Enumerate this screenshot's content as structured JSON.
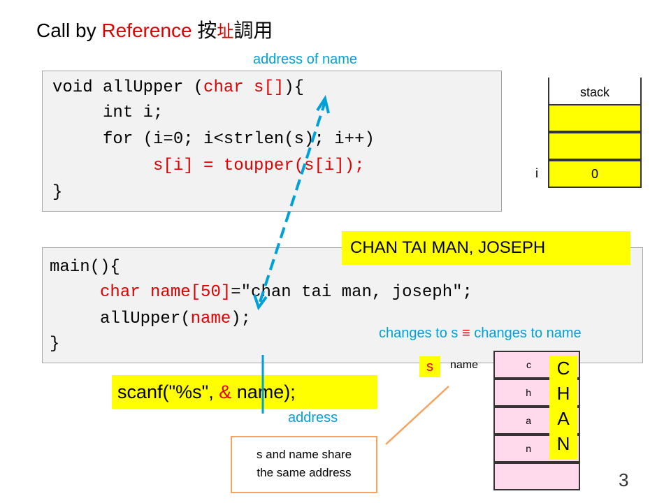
{
  "title": {
    "prefix": "Call by ",
    "highlight": "Reference",
    "cjk_1": "按",
    "cjk_2": "址",
    "cjk_3": "調用"
  },
  "annotations": {
    "address_of_name": "address of name",
    "address": "address",
    "changes_to_s": "changes to s",
    "equiv": "≡",
    "changes_to_name": "changes to name"
  },
  "code_upper": {
    "line1_a": "void allUpper (",
    "line1_b": "char s[]",
    "line1_c": "){",
    "line2": "     int i;",
    "line3": "     for (i=0; i<strlen(s); i++)",
    "line4": "          s[i] = toupper(s[i]);",
    "line5": "}"
  },
  "code_main": {
    "line1": "main(){",
    "line2_indent": "     ",
    "line2_a": "char name[50]",
    "line2_b": "=\"chan tai man, joseph\";",
    "line3_a": "     allUpper(",
    "line3_b": "name",
    "line3_c": ");",
    "line4": "}"
  },
  "banner": "CHAN TAI MAN, JOSEPH",
  "scanf": {
    "a": "scanf(\"%s\", ",
    "amp": "&",
    "b": " name);"
  },
  "stack": {
    "header": "stack",
    "label_i": "i",
    "cells": [
      "",
      "",
      "0"
    ]
  },
  "name_array": {
    "s_label": "s",
    "label": "name",
    "cells": [
      "c",
      "h",
      "a",
      "n",
      ""
    ],
    "upper": [
      "C",
      "H",
      "A",
      "N"
    ]
  },
  "note": {
    "line1": "s and name share",
    "line2": "the same address"
  },
  "page_number": "3",
  "colors": {
    "red": "#e00000",
    "cyan": "#00a0d8",
    "yellow": "#ffff00",
    "pink": "#ffd9ec",
    "orange": "#f4a460"
  }
}
